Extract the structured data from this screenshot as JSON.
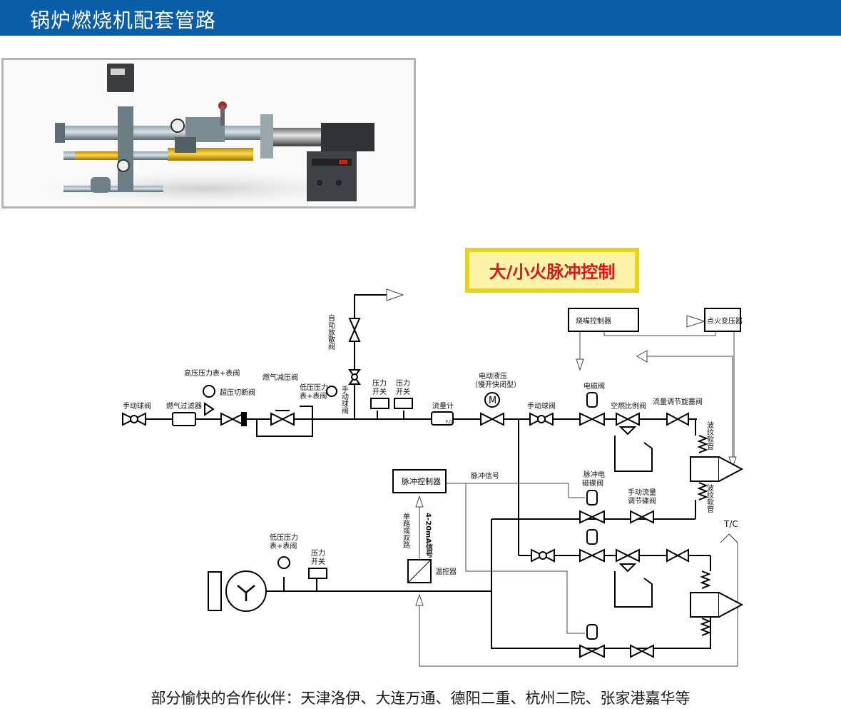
{
  "header": {
    "title": "锅炉燃烧机配套管路"
  },
  "badge": {
    "label": "大/小火脉冲控制"
  },
  "footer": {
    "text": "部分愉快的合作伙伴：天津洛伊、大连万通、德阳二重、杭州二院、张家港嘉华等"
  },
  "diagram": {
    "labels": {
      "manual_ball_valve": "手动球阀",
      "gas_filter": "燃气过滤器",
      "high_pressure_gauge": "高压压力表+表阀",
      "overpressure_shutoff": "超压切断阀",
      "gas_reducing_valve": "燃气减压阀",
      "low_pressure_gauge_1": "低压压力",
      "low_pressure_gauge_2": "表+表阀",
      "manual_ball_valve_vertical": "手动球阀",
      "auto_vent_valve": "自动放散阀",
      "pressure_switch_a_1": "压力",
      "pressure_switch_a_2": "开关",
      "pressure_switch_b_1": "压力",
      "pressure_switch_b_2": "开关",
      "flowmeter": "流量计",
      "flowmeter_tag": "F.O",
      "motor_hydraulic_1": "电动液压",
      "motor_hydraulic_2": "（慢开快闭型）",
      "manual_ball_valve_2": "手动球阀",
      "solenoid_valve": "电磁阀",
      "air_fuel_ratio_valve": "空燃比例阀",
      "flow_regulating_valve": "流量调节旋塞阀",
      "burner_controller": "烧嘴控制器",
      "ignition_transformer": "点火变压器",
      "bellows_hose_1": "波纹软管",
      "bellows_hose_2": "波纹软管",
      "pulse_controller": "脉冲控制器",
      "pulse_signal": "脉冲信号",
      "pulse_solenoid_1": "脉冲电",
      "pulse_solenoid_2": "磁碟阀",
      "manual_flow_butterfly_1": "手动流量",
      "manual_flow_butterfly_2": "调节碟阀",
      "tc": "T/C",
      "single_or_dual": "单路或双路",
      "signal_4_20": "4-20mA信号",
      "temp_controller": "温控器",
      "low_pressure_gauge_3": "低压压力",
      "low_pressure_gauge_4": "表+表阀",
      "pressure_switch_c_1": "压力",
      "pressure_switch_c_2": "开关",
      "motor_symbol": "M"
    }
  }
}
